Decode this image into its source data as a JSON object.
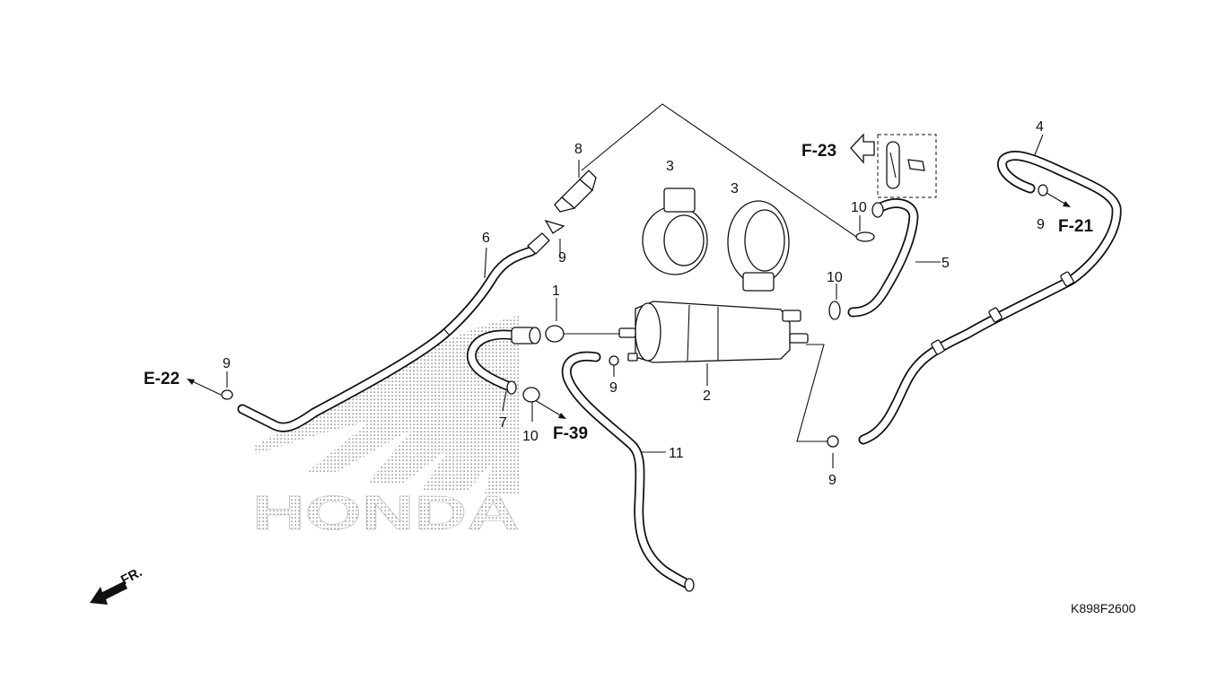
{
  "diagram": {
    "callouts": [
      "1",
      "2",
      "3",
      "3",
      "4",
      "5",
      "6",
      "7",
      "8",
      "9",
      "9",
      "9",
      "9",
      "9",
      "10",
      "10",
      "10",
      "11"
    ],
    "references": [
      "E-22",
      "F-39",
      "F-23",
      "F-21"
    ],
    "direction_label": "FR.",
    "drawing_code": "K898F2600",
    "watermark_text": "HONDA"
  }
}
